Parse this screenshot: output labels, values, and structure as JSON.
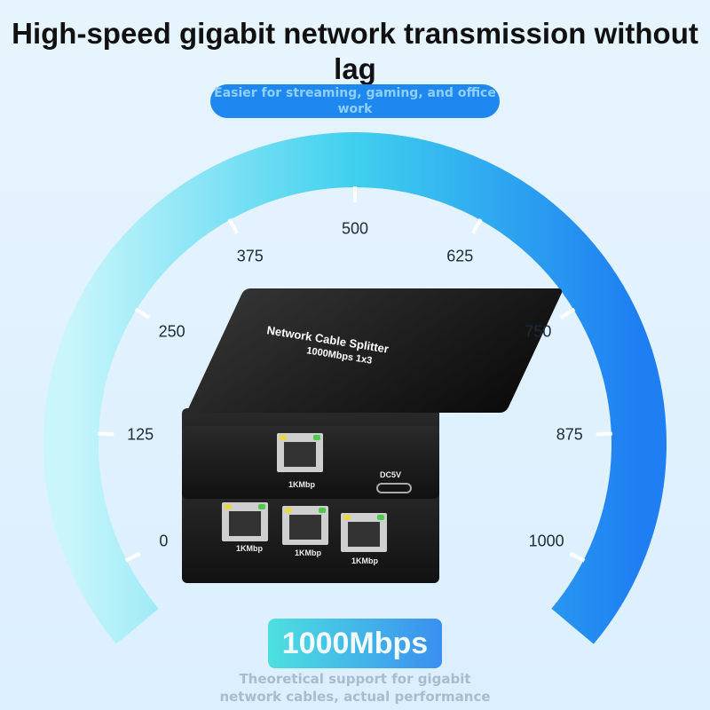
{
  "headline": "High-speed gigabit network transmission without lag",
  "subtitle": "Easier for streaming, gaming, and office work",
  "gauge": {
    "labels": [
      "0",
      "125",
      "250",
      "375",
      "500",
      "625",
      "750",
      "875",
      "1000"
    ],
    "colors": [
      "#c8f6fb",
      "#3fd0ee",
      "#1e7ef2"
    ]
  },
  "device": {
    "top_label": "Network Cable Splitter",
    "spec": "1000Mbps 1x3",
    "input_port": "1KMbp",
    "power": "DC5V",
    "output_ports": [
      "1KMbp",
      "1KMbp",
      "1KMbp"
    ]
  },
  "badge": "1000Mbps",
  "note": "Theoretical support for gigabit network cables, actual performance may vary"
}
